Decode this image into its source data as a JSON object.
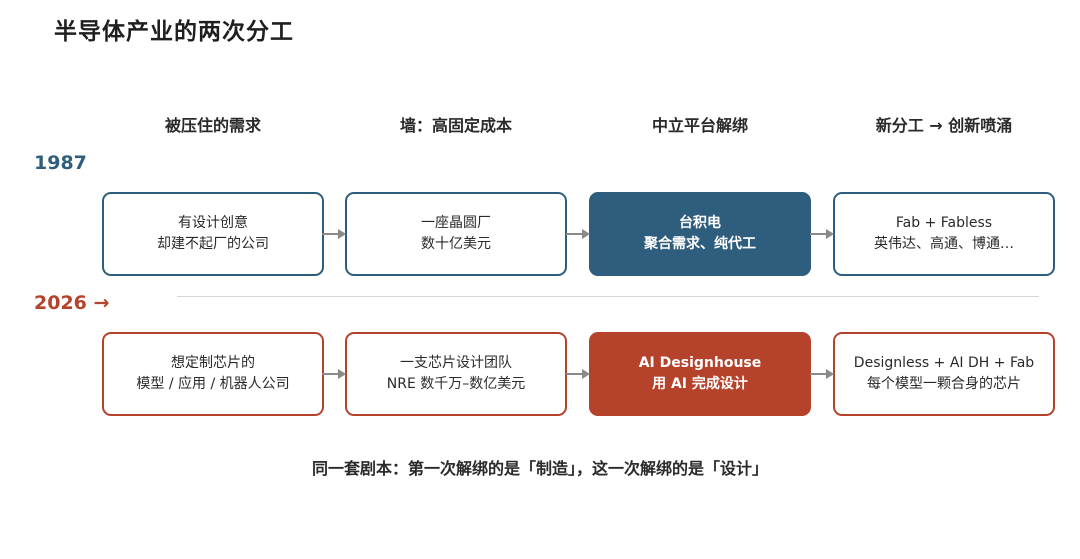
{
  "title": "半导体产业的两次分工",
  "columns": [
    "被压住的需求",
    "墙：高固定成本",
    "中立平台解绑",
    "新分工 → 创新喷涌"
  ],
  "rows": [
    {
      "year": "1987",
      "boxes": [
        {
          "line1": "有设计创意",
          "line2": "却建不起厂的公司"
        },
        {
          "line1": "一座晶圆厂",
          "line2": "数十亿美元"
        },
        {
          "line1": "台积电",
          "line2": "聚合需求、纯代工"
        },
        {
          "line1": "Fab + Fabless",
          "line2": "英伟达、高通、博通…"
        }
      ]
    },
    {
      "year": "2026 →",
      "boxes": [
        {
          "line1": "想定制芯片的",
          "line2": "模型 / 应用 / 机器人公司"
        },
        {
          "line1": "一支芯片设计团队",
          "line2": "NRE 数千万–数亿美元"
        },
        {
          "line1": "AI Designhouse",
          "line2": "用 AI 完成设计"
        },
        {
          "line1": "Designless + AI DH + Fab",
          "line2": "每个模型一颗合身的芯片"
        }
      ]
    }
  ],
  "footer": "同一套剧本：第一次解绑的是「制造」，这一次解绑的是「设计」",
  "colors": {
    "row_1987": "#2e5d7e",
    "row_2026": "#b5432c",
    "arrow": "#8a8a8a",
    "divider": "#d6d6d6"
  }
}
